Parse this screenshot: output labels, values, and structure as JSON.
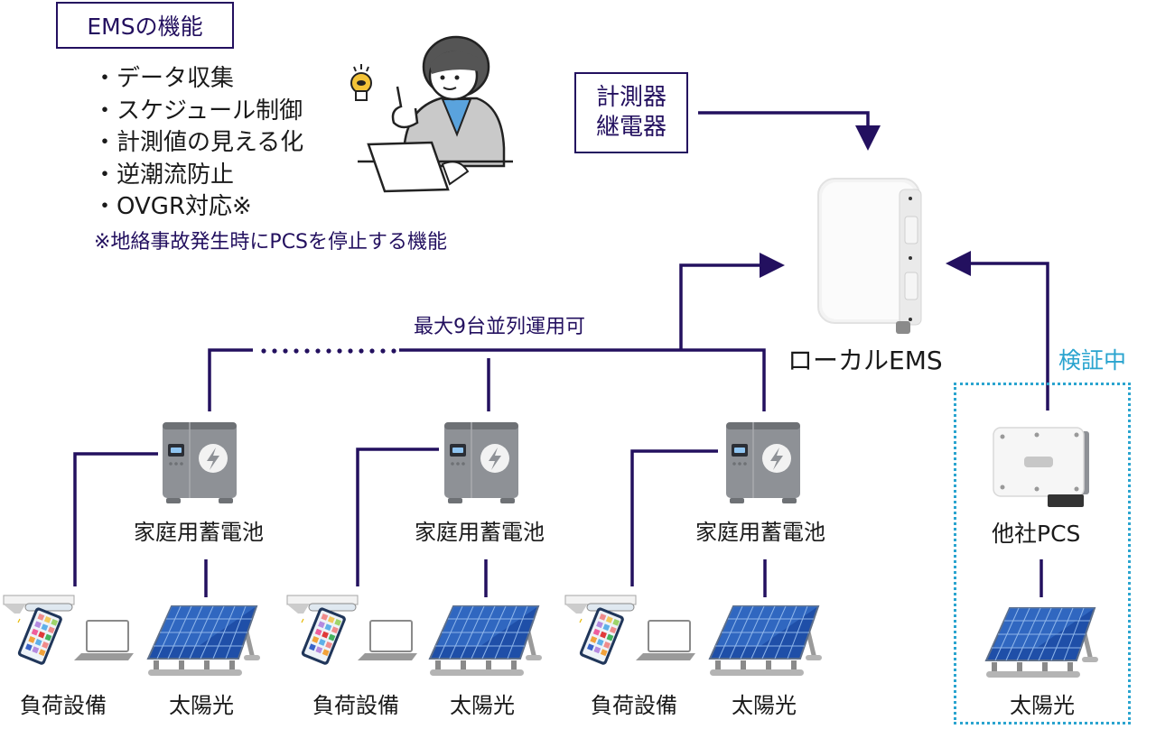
{
  "features": {
    "title": "EMSの機能",
    "items": [
      "・データ収集",
      "・スケジュール制御",
      "・計測値の見える化",
      "・逆潮流防止",
      "・OVGR対応※"
    ],
    "footnote": "※地絡事故発生時にPCSを停止する機能"
  },
  "meter_box": {
    "line1": "計測器",
    "line2": "継電器"
  },
  "local_ems": {
    "label": "ローカルEMS"
  },
  "parallel_note": "最大9台並列運用可",
  "units": [
    {
      "battery_label": "家庭用蓄電池",
      "load_label": "負荷設備",
      "solar_label": "太陽光"
    },
    {
      "battery_label": "家庭用蓄電池",
      "load_label": "負荷設備",
      "solar_label": "太陽光"
    },
    {
      "battery_label": "家庭用蓄電池",
      "load_label": "負荷設備",
      "solar_label": "太陽光"
    }
  ],
  "verification": {
    "status_label": "検証中",
    "pcs_label": "他社PCS",
    "solar_label": "太陽光"
  },
  "colors": {
    "line": "#23105f",
    "verify": "#2aa4cf",
    "battery": "#8e9196"
  }
}
